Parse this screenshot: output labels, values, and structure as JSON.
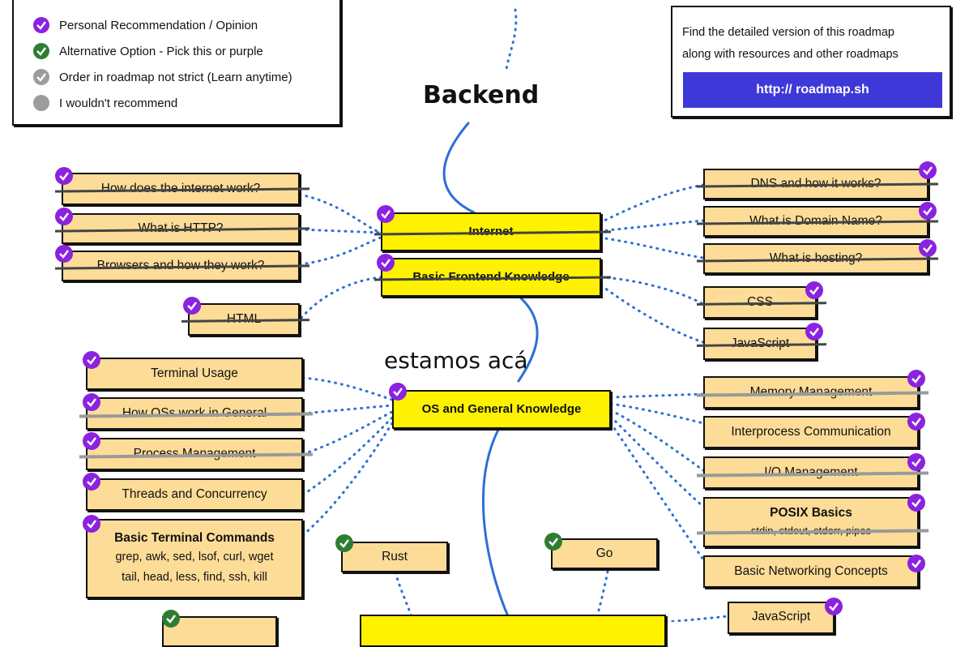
{
  "legend": {
    "items": [
      {
        "label": "Personal Recommendation / Opinion",
        "color": "#8b22e0",
        "icon": "check-icon"
      },
      {
        "label": "Alternative Option - Pick this or purple",
        "color": "#2f7d31",
        "icon": "check-icon"
      },
      {
        "label": "Order in roadmap not strict (Learn anytime)",
        "color": "#9c9c9c",
        "icon": "check-icon"
      },
      {
        "label": "I wouldn't recommend",
        "color": "#9c9c9c",
        "icon": "none"
      }
    ]
  },
  "promo": {
    "line1": "Find the detailed version of this roadmap",
    "line2": "along with resources and other roadmaps",
    "button": "http:// roadmap.sh",
    "button_color": "#3f38d9"
  },
  "title": "Backend",
  "annotation": "estamos acá",
  "colors": {
    "main": "#fff200",
    "sub": "#fddc97",
    "line": "#2d6fd6"
  },
  "nodes": {
    "internet": "Internet",
    "frontend": "Basic Frontend Knowledge",
    "os": "OS and General Knowledge",
    "how_internet": "How does the internet work?",
    "what_http": "What is HTTP?",
    "browsers": "Browsers and how they work?",
    "dns": "DNS and how it works?",
    "domain": "What is Domain Name?",
    "hosting": "What is hosting?",
    "html": "HTML",
    "css": "CSS",
    "javascript": "JavaScript",
    "terminal_usage": "Terminal Usage",
    "how_os": "How OSs work in General",
    "process_mgmt": "Process Management",
    "threads": "Threads and Concurrency",
    "terminal_cmds_title": "Basic Terminal Commands",
    "terminal_cmds_line1": "grep, awk, sed, lsof, curl, wget",
    "terminal_cmds_line2": "tail, head, less, find, ssh, kill",
    "memory": "Memory Management",
    "ipc": "Interprocess Communication",
    "io": "I/O Management",
    "posix_title": "POSIX Basics",
    "posix_sub": "stdin, stdout, stderr, pipes",
    "networking": "Basic Networking Concepts",
    "rust": "Rust",
    "go": "Go",
    "javascript_bottom": "JavaScript"
  }
}
